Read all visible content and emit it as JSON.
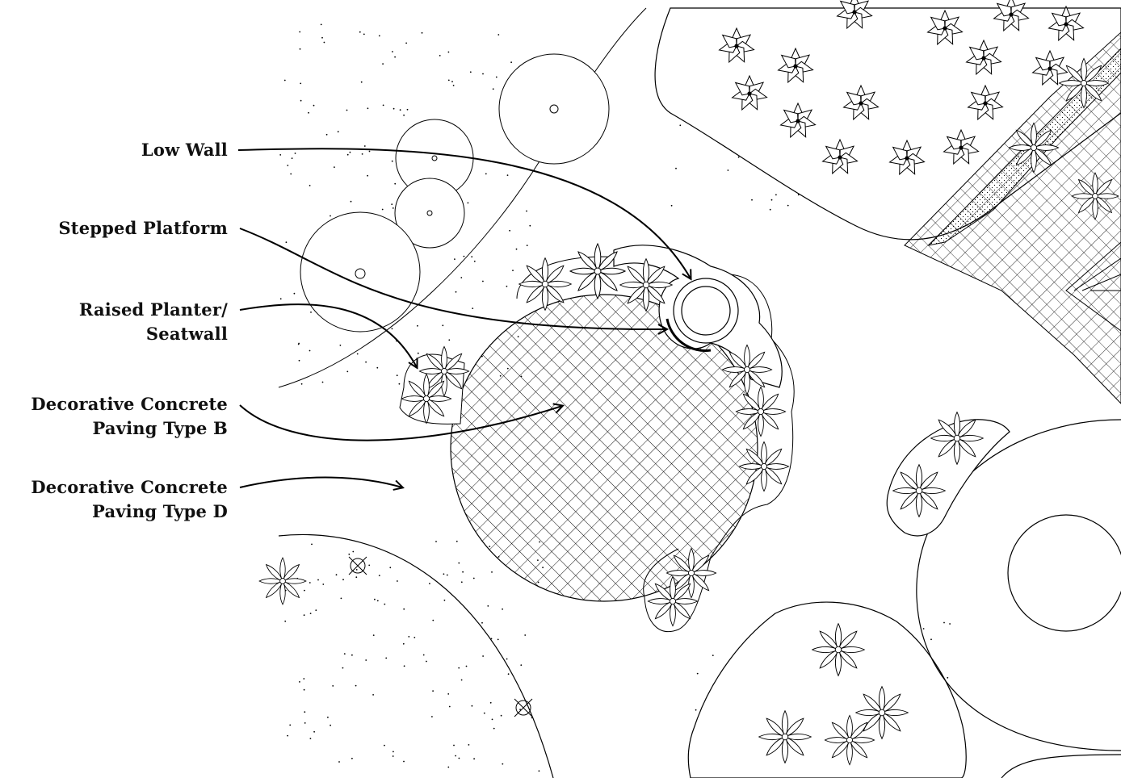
{
  "diagram": {
    "kind": "landscape site plan with callouts",
    "line_color": "#000000",
    "background": "#ffffff",
    "callouts": [
      {
        "id": "low-wall",
        "lines": [
          "Low Wall"
        ]
      },
      {
        "id": "stepped-platform",
        "lines": [
          "Stepped Platform"
        ]
      },
      {
        "id": "raised-planter-seatwall",
        "lines": [
          "Raised Planter/",
          "Seatwall"
        ]
      },
      {
        "id": "paving-type-b",
        "lines": [
          "Decorative Concrete",
          "Paving Type B"
        ]
      },
      {
        "id": "paving-type-d",
        "lines": [
          "Decorative Concrete",
          "Paving Type D"
        ]
      }
    ]
  }
}
